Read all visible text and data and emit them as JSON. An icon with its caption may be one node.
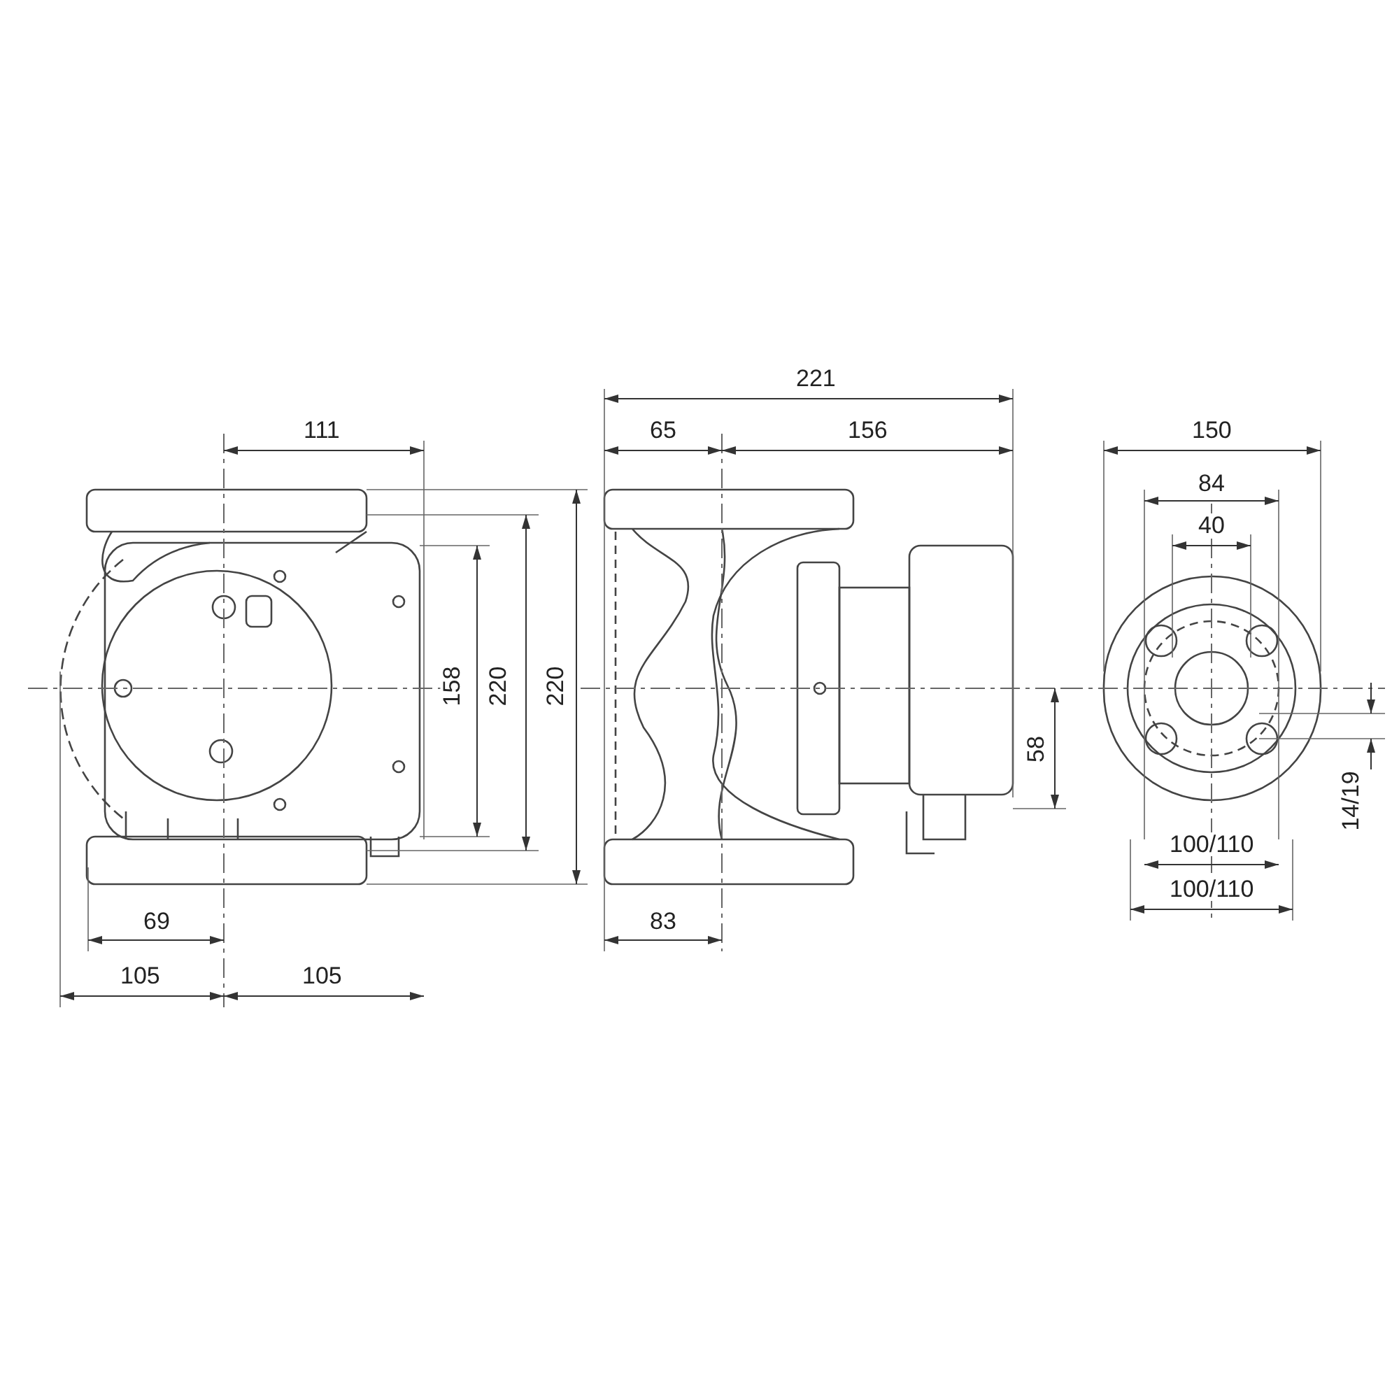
{
  "diagram": {
    "labels": [
      "221",
      "111",
      "65",
      "156",
      "150",
      "84",
      "40",
      "158",
      "220",
      "220",
      "58",
      "14/19",
      "100/110",
      "100/110",
      "69",
      "83",
      "105",
      "105"
    ]
  }
}
